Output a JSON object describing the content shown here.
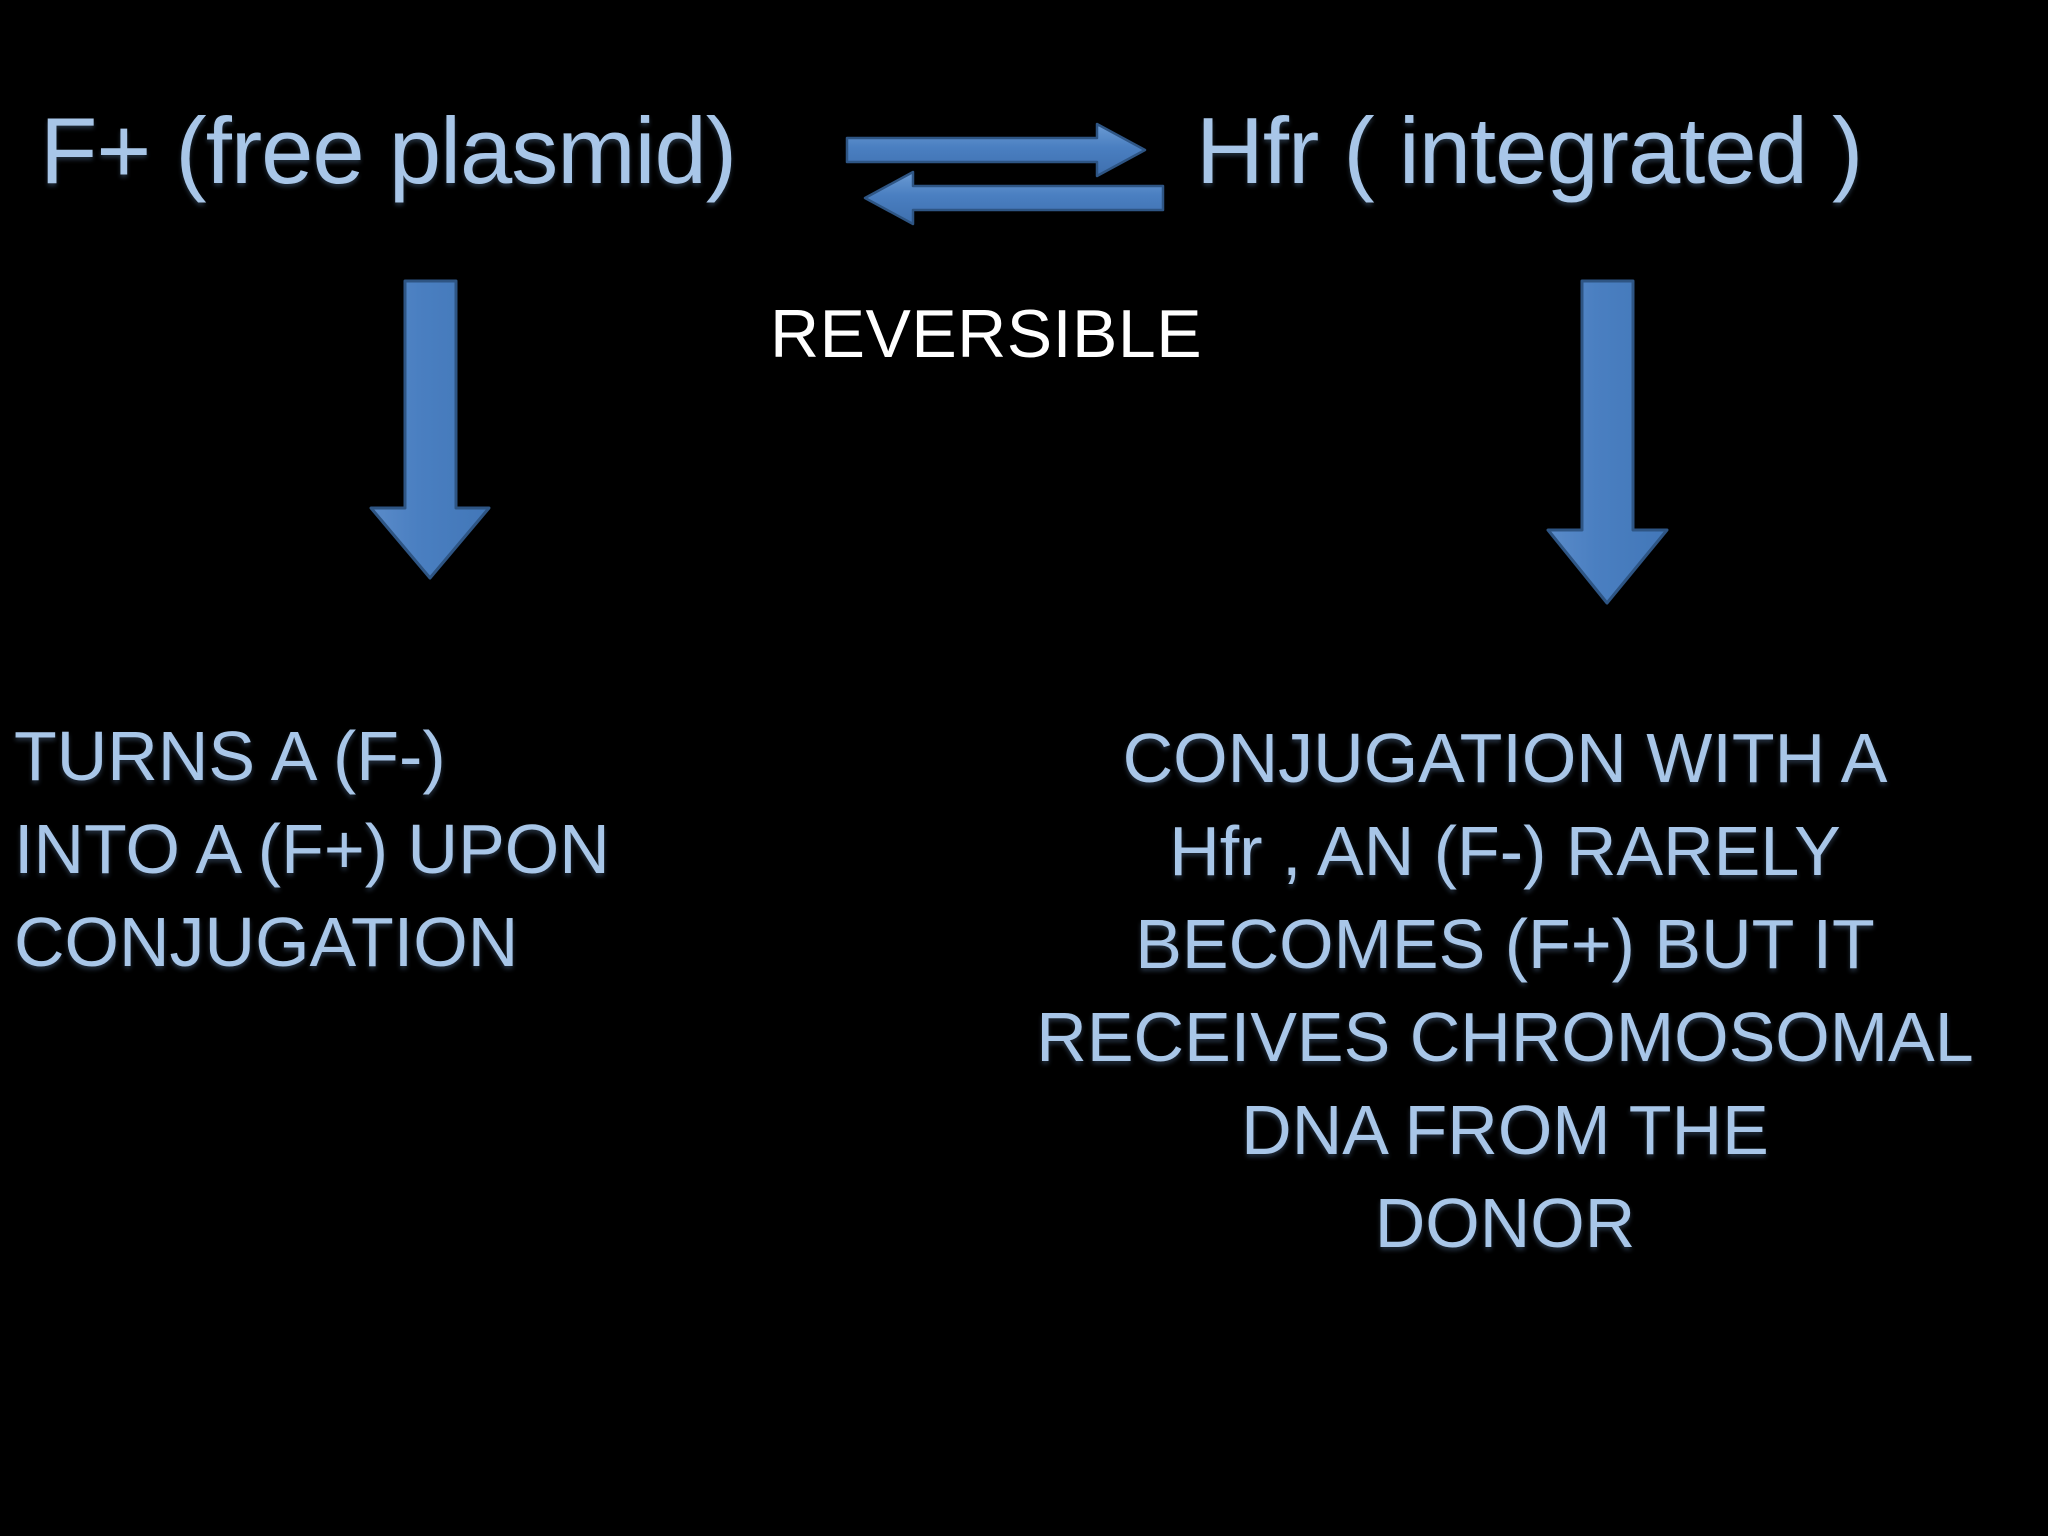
{
  "slide": {
    "background_color": "#000000",
    "text_color": "#a8c6e8",
    "caption_color": "#ffffff",
    "arrow_fill_color": "#4a7fc1",
    "arrow_border_color": "#2e5584"
  },
  "top_row": {
    "left_label": "F+ (free plasmid)",
    "right_label": "Hfr ( integrated )",
    "double_arrow_icon": "double-horizontal-arrow-icon"
  },
  "caption": {
    "text": "REVERSIBLE"
  },
  "connectors": {
    "left_down_arrow_icon": "down-arrow-icon",
    "right_down_arrow_icon": "down-arrow-icon"
  },
  "left_block": {
    "lines": [
      "TURNS A (F-)",
      "INTO A (F+) UPON",
      "CONJUGATION"
    ]
  },
  "right_block": {
    "lines": [
      "CONJUGATION WITH A",
      "Hfr , AN  (F-) RARELY",
      "BECOMES (F+) BUT IT",
      "RECEIVES CHROMOSOMAL",
      "DNA FROM THE",
      "DONOR"
    ]
  }
}
